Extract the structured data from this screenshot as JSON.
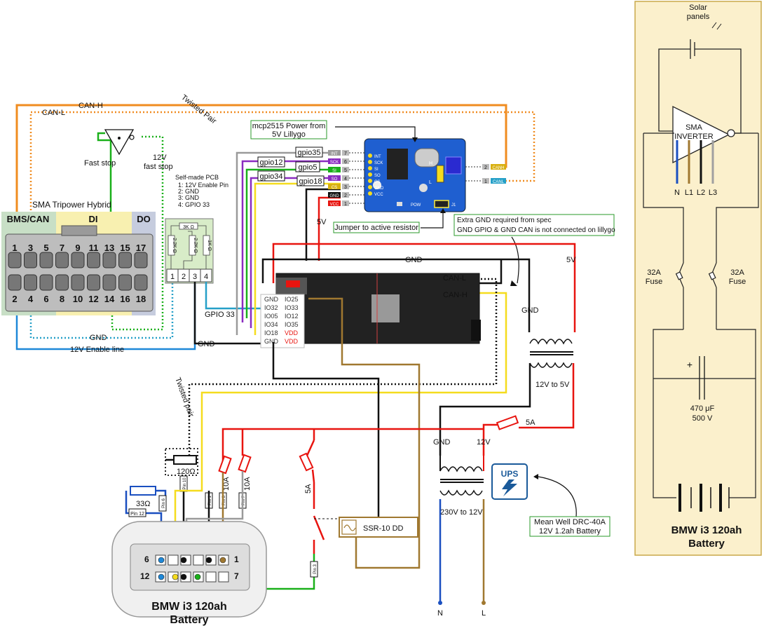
{
  "connector": {
    "title": "SMA Tripower Hybrid",
    "groups": {
      "bms": "BMS/CAN",
      "di": "DI",
      "do": "DO"
    },
    "top_pins": [
      "1",
      "3",
      "5",
      "7",
      "9",
      "11",
      "13",
      "15",
      "17"
    ],
    "bottom_pins": [
      "2",
      "4",
      "6",
      "8",
      "10",
      "12",
      "14",
      "16",
      "18"
    ]
  },
  "wires": {
    "can_h": "CAN-H",
    "can_l": "CAN-L",
    "twisted_pair": "Twisted Pair",
    "gnd": "GND",
    "enable_line": "12V Enable line",
    "gpio33": "GPIO 33",
    "gnd2": "GND",
    "gnd3": "GND",
    "gnd4": "GND",
    "v5": "5V",
    "v5b": "5V",
    "twisted_pair2": "Twisted pair"
  },
  "stop": {
    "fast_stop": "Fast stop",
    "fast_stop_12v_a": "12V",
    "fast_stop_12v_b": "fast stop"
  },
  "pcb": {
    "title": "Self-made PCB",
    "lines": [
      "1: 12V Enable Pin",
      "2: GND",
      "3: GND",
      "4: GPIO 33"
    ],
    "r_top": "3K Ω",
    "r_left": "2.2K Ω",
    "r_mid": "2.2K Ω",
    "r_right": "1K Ω",
    "pins": [
      "1",
      "2",
      "3",
      "4"
    ]
  },
  "mcp": {
    "note_a": "mcp2515 Power from",
    "note_b": "5V Lillygo",
    "gpio_labels": [
      "gpio35",
      "gpio12",
      "gpio5",
      "gpio34",
      "gpio18"
    ],
    "pins": [
      "INT",
      "SCK",
      "SI",
      "SO",
      "CS",
      "GND",
      "VCC"
    ],
    "pin_nums": [
      "7",
      "6",
      "5",
      "4",
      "3",
      "2",
      "1"
    ],
    "can_pins": [
      "CANH",
      "CANL"
    ],
    "can_nums": [
      "2",
      "1"
    ],
    "board_labels": {
      "h": "H",
      "l": "L",
      "pow": "POW",
      "j1": "J1"
    },
    "jumper_note": "Jumper to active resistor",
    "gnd_note_a": "Extra GND required from spec",
    "gnd_note_b": "GND GPIO & GND CAN is not connected on lillygo"
  },
  "lilygo": {
    "can_l": "CAN-L",
    "can_h": "CAN-H",
    "pins": [
      [
        "GND",
        "IO25"
      ],
      [
        "IO32",
        "IO33"
      ],
      [
        "IO05",
        "IO12"
      ],
      [
        "IO34",
        "IO35"
      ],
      [
        "IO18",
        "VDD"
      ],
      [
        "GND",
        "VDD"
      ]
    ]
  },
  "power": {
    "gnd_a": "GND",
    "conv_label": "12V to 5V",
    "fuse_5a": "5A",
    "gnd_b": "GND",
    "v12": "12V",
    "conv2_label": "230V to 12V",
    "n": "N",
    "l": "L",
    "ups": "UPS",
    "meanwell_a": "Mean Well DRC-40A",
    "meanwell_b": "12V 1.2ah Battery",
    "ssr": "SSR-10 DD",
    "fuse_10a_1": "10A",
    "fuse_10a_2": "10A",
    "fuse_5a_b": "5A"
  },
  "battery_conn": {
    "r120": "120Ω",
    "r33": "33Ω",
    "pin12": "Pin 12",
    "pin6": "Pin 6",
    "pin10": "Pin 10",
    "pin1": "Pin 1",
    "pin8": "Pin 8",
    "pin7": "Pin 7",
    "pin3": "Pin 3",
    "row6": "6",
    "row12": "12",
    "row1": "1",
    "row7": "7",
    "title_a": "BMW i3 120ah",
    "title_b": "Battery"
  },
  "right_panel": {
    "solar_a": "Solar",
    "solar_b": "panels",
    "inverter_a": "SMA",
    "inverter_b": "INVERTER",
    "phases": [
      "N",
      "L1",
      "L2",
      "L3"
    ],
    "fuse_left_a": "32A",
    "fuse_left_b": "Fuse",
    "fuse_right_a": "32A",
    "fuse_right_b": "Fuse",
    "cap_a": "470 μF",
    "cap_b": "500 V",
    "plus": "+",
    "battery_a": "BMW i3 120ah",
    "battery_b": "Battery"
  },
  "colors": {
    "orange": "#f08c20",
    "red": "#e8140f",
    "blue": "#1e88d8",
    "teal": "#26a0c8",
    "green": "#1ab01a",
    "purple": "#8a2cc0",
    "yellow": "#f5dc1e",
    "gray": "#9a9a9a",
    "brown": "#a07830",
    "panel_bg": "#fbf0cc",
    "panel_border": "#c9a84a"
  }
}
